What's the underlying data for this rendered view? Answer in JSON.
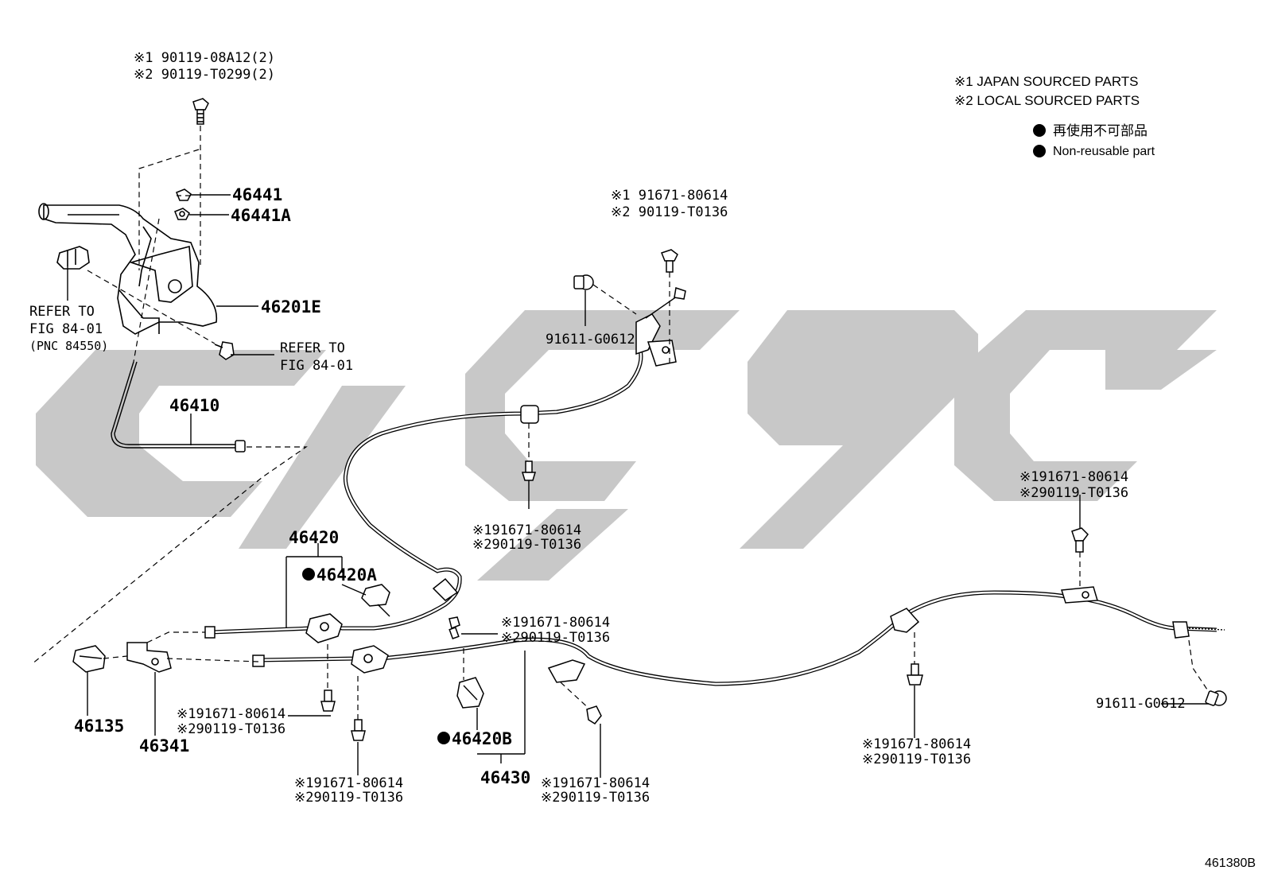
{
  "legend": {
    "note1": "※1 JAPAN SOURCED PARTS",
    "note2": "※2 LOCAL SOURCED PARTS",
    "nonreusable_jp": "再使用不可部品",
    "nonreusable_en": "Non-reusable part"
  },
  "colors": {
    "watermark": "#c8c8c8",
    "line": "#000000"
  },
  "parts": {
    "bolt_top_1": "※1 90119-08A12(2)",
    "bolt_top_2": "※2 90119-T0299(2)",
    "p46441": "46441",
    "p46441A": "46441A",
    "p46201E": "46201E",
    "refer1_l1": "REFER TO",
    "refer1_l2": "FIG 84-01",
    "refer1_l3": "(PNC 84550)",
    "refer2_l1": "REFER TO",
    "refer2_l2": "FIG 84-01",
    "p46410": "46410",
    "bolt_mid_1": "※1 91671-80614",
    "bolt_mid_2": "※2 90119-T0136",
    "p91611_a": "91611-G0612",
    "bolt_c1_1": "※191671-80614",
    "bolt_c1_2": "※290119-T0136",
    "p46420": "46420",
    "p46420A": "46420A",
    "bolt_c2_1": "※191671-80614",
    "bolt_c2_2": "※290119-T0136",
    "bolt_r1_1": "※191671-80614",
    "bolt_r1_2": "※290119-T0136",
    "p46135": "46135",
    "p46341": "46341",
    "bolt_l1_1": "※191671-80614",
    "bolt_l1_2": "※290119-T0136",
    "bolt_l2_1": "※191671-80614",
    "bolt_l2_2": "※290119-T0136",
    "p46420B": "46420B",
    "p46430": "46430",
    "bolt_b1_1": "※191671-80614",
    "bolt_b1_2": "※290119-T0136",
    "bolt_b2_1": "※191671-80614",
    "bolt_b2_2": "※290119-T0136",
    "p91611_b": "91611-G0612"
  },
  "footer_code": "461380B"
}
